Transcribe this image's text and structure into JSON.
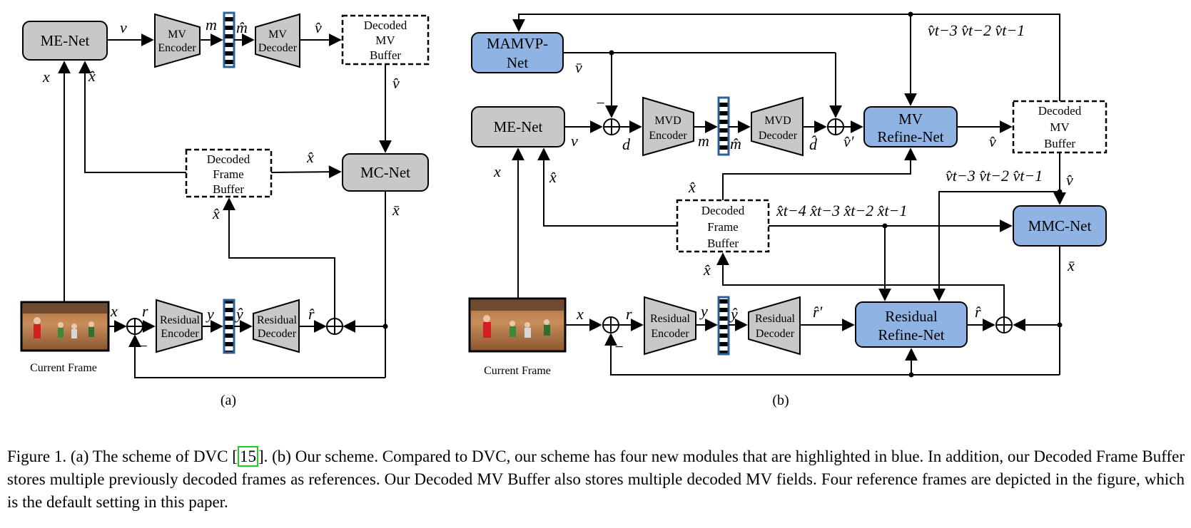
{
  "figure": {
    "panel_a": {
      "label": "(a)",
      "blocks": {
        "me_net": "ME-Net",
        "mv_encoder_l1": "MV",
        "mv_encoder_l2": "Encoder",
        "mv_decoder_l1": "MV",
        "mv_decoder_l2": "Decoder",
        "decoded_mv_buffer_l1": "Decoded",
        "decoded_mv_buffer_l2": "MV",
        "decoded_mv_buffer_l3": "Buffer",
        "decoded_frame_buffer_l1": "Decoded",
        "decoded_frame_buffer_l2": "Frame",
        "decoded_frame_buffer_l3": "Buffer",
        "mc_net": "MC-Net",
        "residual_encoder_l1": "Residual",
        "residual_encoder_l2": "Encoder",
        "residual_decoder_l1": "Residual",
        "residual_decoder_l2": "Decoder",
        "current_frame": "Current Frame"
      },
      "vars": {
        "v_t": "v",
        "m_t": "m",
        "m_hat_t": "m̂",
        "v_hat_t": "v̂",
        "v_hat_t_down": "v̂",
        "x_t": "x",
        "x_hat_t_minus_1": "x̂",
        "x_hat_t_minus_1_mc": "x̂",
        "x_hat_t": "x̂",
        "x_bar_t": "x̄",
        "x_t_in": "x",
        "r_t": "r",
        "y_t": "y",
        "y_hat_t": "ŷ",
        "r_hat_t": "r̂",
        "minus": "−"
      }
    },
    "panel_b": {
      "label": "(b)",
      "blocks": {
        "mamvp_net_l1": "MAMVP-",
        "mamvp_net_l2": "Net",
        "me_net": "ME-Net",
        "mvd_encoder_l1": "MVD",
        "mvd_encoder_l2": "Encoder",
        "mvd_decoder_l1": "MVD",
        "mvd_decoder_l2": "Decoder",
        "mv_refine_net_l1": "MV",
        "mv_refine_net_l2": "Refine-Net",
        "decoded_mv_buffer_l1": "Decoded",
        "decoded_mv_buffer_l2": "MV",
        "decoded_mv_buffer_l3": "Buffer",
        "decoded_frame_buffer_l1": "Decoded",
        "decoded_frame_buffer_l2": "Frame",
        "decoded_frame_buffer_l3": "Buffer",
        "mmc_net": "MMC-Net",
        "residual_encoder_l1": "Residual",
        "residual_encoder_l2": "Encoder",
        "residual_decoder_l1": "Residual",
        "residual_decoder_l2": "Decoder",
        "residual_refine_net_l1": "Residual",
        "residual_refine_net_l2": "Refine-Net",
        "current_frame": "Current Frame"
      },
      "vars": {
        "v_hist_top": "v̂t−3  v̂t−2  v̂t−1",
        "v_bar_t": "v̄",
        "minus_top": "−",
        "v_t": "v",
        "d_t": "d",
        "m_t": "m",
        "m_hat_t": "m̂",
        "d_hat_t": "d̂",
        "v_hat_prime_t": "v̂′",
        "v_hat_t": "v̂",
        "v_hist_mid": "v̂t−3 v̂t−2  v̂t−1",
        "v_hat_t_right": "v̂",
        "x_t": "x",
        "x_hat_t_minus_1": "x̂",
        "x_hat_t_minus_1_buf": "x̂",
        "x_hist": "x̂t−4 x̂t−3 x̂t−2 x̂t−1",
        "x_hat_t": "x̂",
        "x_bar_t": "x̄",
        "x_t_in": "x",
        "r_t": "r",
        "y_t": "y",
        "y_hat_t": "ŷ",
        "r_hat_prime_t": "r̂′",
        "r_hat_t": "r̂",
        "minus": "−"
      }
    }
  },
  "caption": {
    "prefix": "Figure 1. (a) The scheme of DVC [",
    "citation": "15",
    "suffix": "]. (b) Our scheme. Compared to DVC, our scheme has four new modules that are highlighted in blue. In addition, our Decoded Frame Buffer stores multiple previously decoded frames as references. Our Decoded MV Buffer also stores multiple decoded MV fields. Four reference frames are depicted in the figure, which is the default setting in this paper."
  },
  "colors": {
    "gray_block": "#c8c8c8",
    "blue_block": "#8fb4e3",
    "quantizer_border": "#2e5f99"
  }
}
